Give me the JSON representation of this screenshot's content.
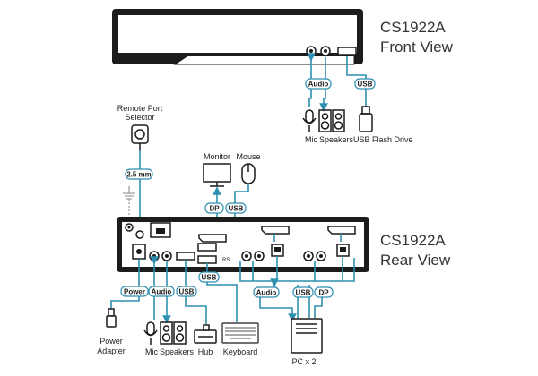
{
  "front": {
    "model": "CS1922A",
    "view": "Front View"
  },
  "rear": {
    "model": "CS1922A",
    "view": "Rear View"
  },
  "tags": {
    "audio_front": "Audio",
    "usb_front": "USB",
    "cable_2_5mm": "2.5 mm",
    "dp_monitor": "DP",
    "usb_mouse": "USB",
    "power": "Power",
    "audio_rear": "Audio",
    "usb_hub": "USB",
    "usb_keyboard": "USB",
    "audio_pc": "Audio",
    "usb_pc": "USB",
    "dp_pc": "DP"
  },
  "labels": {
    "mic_front": "Mic",
    "speakers_front": "Speakers",
    "flash_drive": "USB Flash Drive",
    "remote_port_line1": "Remote Port",
    "remote_port_line2": "Selector",
    "monitor": "Monitor",
    "mouse": "Mouse",
    "power_line1": "Power",
    "power_line2": "Adapter",
    "mic_rear": "Mic",
    "speakers_rear": "Speakers",
    "hub": "Hub",
    "keyboard": "Keyboard",
    "pc": "PC x 2"
  },
  "rear_small_mark": "RS",
  "icons": [
    "microphone-icon",
    "speakers-icon",
    "usb-flash-drive-icon",
    "remote-port-selector-icon",
    "ground-icon",
    "monitor-icon",
    "mouse-icon",
    "power-adapter-icon",
    "hub-icon",
    "keyboard-icon",
    "pc-tower-icon"
  ],
  "colors": {
    "cable": "#2f8fb0",
    "device": "#1a1a1a",
    "tag_border": "#2f8fb0"
  }
}
